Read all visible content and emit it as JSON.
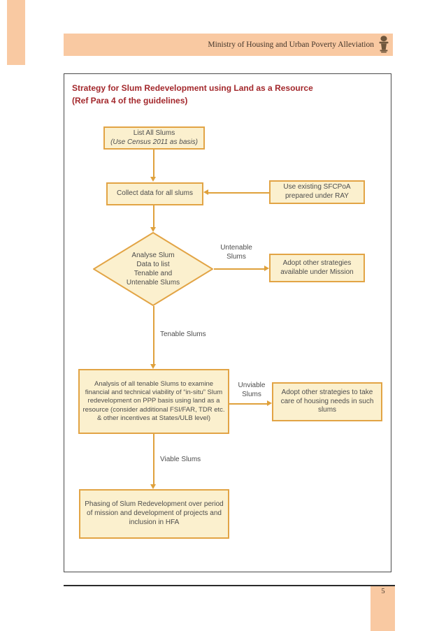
{
  "header": {
    "ministry": "Ministry of Housing and Urban Poverty Alleviation"
  },
  "doc": {
    "title_line1": "Strategy for Slum Redevelopment using Land as a Resource",
    "title_line2": "(Ref Para 4 of the guidelines)",
    "page_number": "5"
  },
  "flow": {
    "list_slums_line1": "List All Slums",
    "list_slums_line2": "(Use Census 2011 as basis)",
    "collect": "Collect data for all slums",
    "sfcpoa": "Use existing SFCPoA prepared under RAY",
    "analyse_lines": [
      "Analyse Slum",
      "Data to list",
      "Tenable and",
      "Untenable Slums"
    ],
    "adopt_mission": "Adopt other strategies available under Mission",
    "viability": "Analysis of all tenable Slums to examine financial and technical viability of “in-situ” Slum redevelopment on PPP basis using land as a resource (consider additional FSI/FAR, TDR etc. & other incentives at States/ULB level)",
    "adopt_housing": "Adopt other strategies to take care of housing needs in such slums",
    "phasing": "Phasing of Slum Redevelopment over period of mission and development of projects and inclusion in HFA",
    "label_untenable": "Untenable Slums",
    "label_tenable": "Tenable Slums",
    "label_unviable": "Unviable Slums",
    "label_viable": "Viable Slums"
  },
  "icons": {
    "emblem": "india-state-emblem"
  },
  "colors": {
    "accent_peach": "#F9C9A2",
    "node_fill": "#FBF0CE",
    "node_border": "#E2A445",
    "arrow": "#DFA13C",
    "title_red": "#A3282C",
    "text_dark": "#4D4D4D",
    "frame_border": "#4A4A4A",
    "emblem_brown": "#6E563C"
  }
}
